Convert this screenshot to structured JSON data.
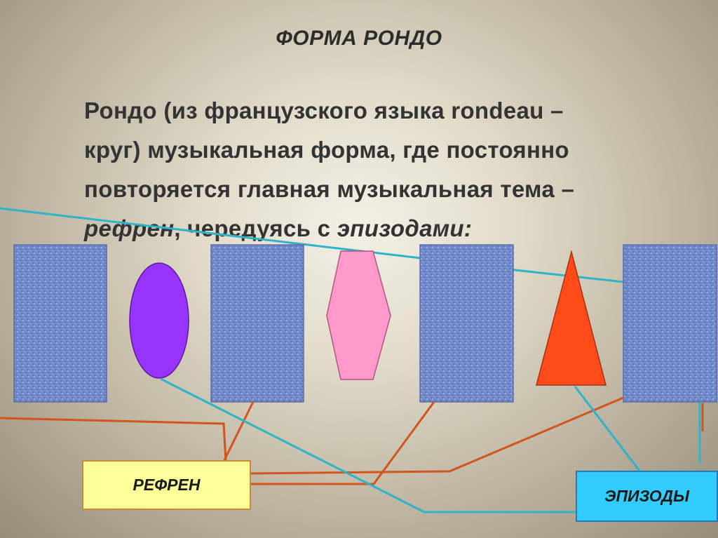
{
  "title": "ФОРМА РОНДО",
  "definition": {
    "line1": "Рондо (из французского языка   rondeau –",
    "line2": "круг) музыкальная форма, где постоянно",
    "line3": "повторяется главная музыкальная тема –",
    "line4_term1": "рефрен",
    "line4_mid": ", чередуясь с ",
    "line4_term2": "эпизодами:"
  },
  "labels": {
    "refrain": "РЕФРЕН",
    "episodes": "ЭПИЗОДЫ"
  },
  "sequence": [
    {
      "role": "refrain",
      "shape": "rectangle",
      "color": "#6f8ccf"
    },
    {
      "role": "episode",
      "shape": "ellipse",
      "color": "#9933ff"
    },
    {
      "role": "refrain",
      "shape": "rectangle",
      "color": "#6f8ccf"
    },
    {
      "role": "episode",
      "shape": "hexagon",
      "color": "#ff99cc"
    },
    {
      "role": "refrain",
      "shape": "rectangle",
      "color": "#6f8ccf"
    },
    {
      "role": "episode",
      "shape": "triangle",
      "color": "#ff4a1a"
    },
    {
      "role": "refrain",
      "shape": "rectangle",
      "color": "#6f8ccf"
    }
  ],
  "colors": {
    "refrain_connector": "#d2541e",
    "episode_connector": "#2fb3c8",
    "refrain_box": "#ffff99",
    "episodes_box": "#33ccff"
  }
}
